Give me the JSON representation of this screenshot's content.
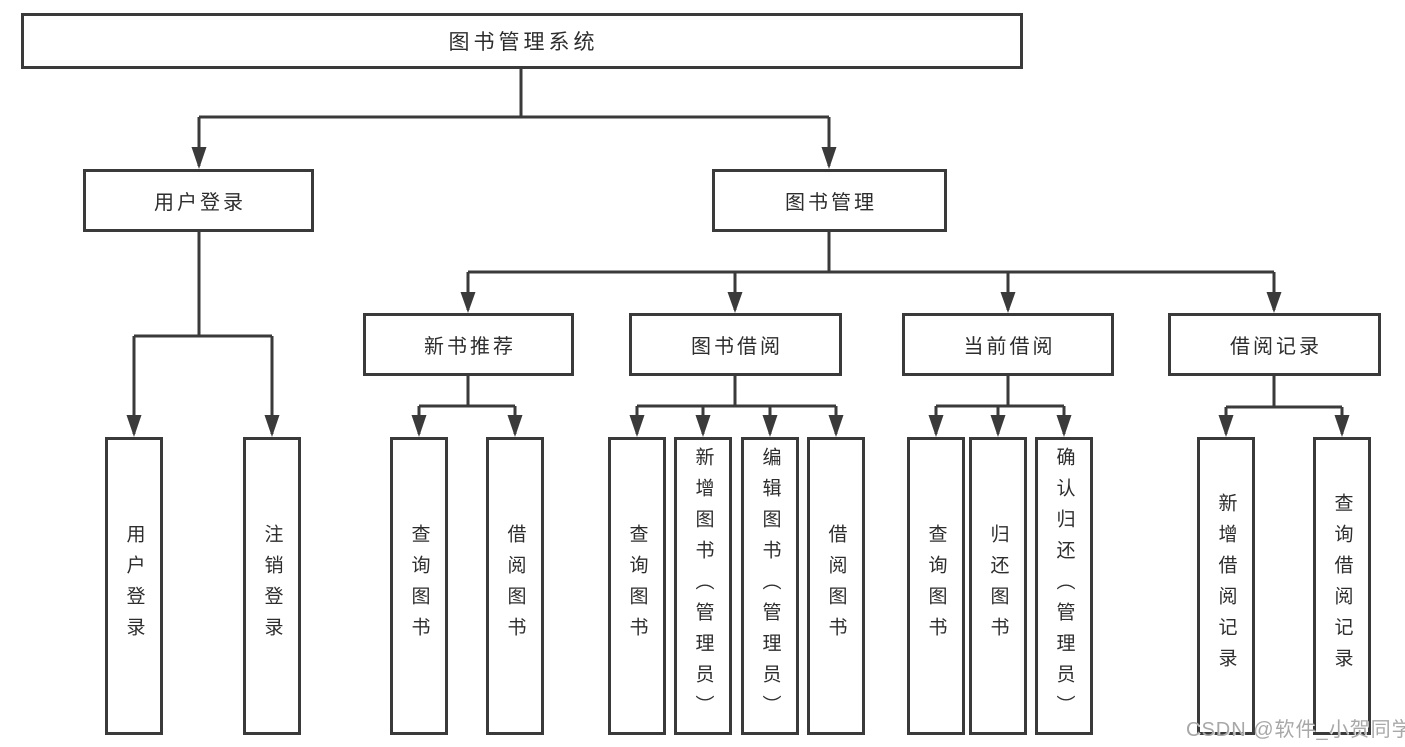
{
  "colors": {
    "line": "#3a3a3a",
    "text": "#2d2d2d",
    "watermark": "#a8a8a8"
  },
  "tree": {
    "root": "图书管理系统",
    "user_login": {
      "label": "用户登录",
      "children": [
        "用户登录",
        "注销登录"
      ]
    },
    "book_mgmt": {
      "label": "图书管理",
      "groups": [
        {
          "label": "新书推荐",
          "children": [
            "查询图书",
            "借阅图书"
          ]
        },
        {
          "label": "图书借阅",
          "children": [
            "查询图书",
            "新增图书（管理员）",
            "编辑图书（管理员）",
            "借阅图书"
          ]
        },
        {
          "label": "当前借阅",
          "children": [
            "查询图书",
            "归还图书",
            "确认归还（管理员）"
          ]
        },
        {
          "label": "借阅记录",
          "children": [
            "新增借阅记录",
            "查询借阅记录"
          ]
        }
      ]
    }
  },
  "watermark": "CSDN @软件_小贺同学"
}
